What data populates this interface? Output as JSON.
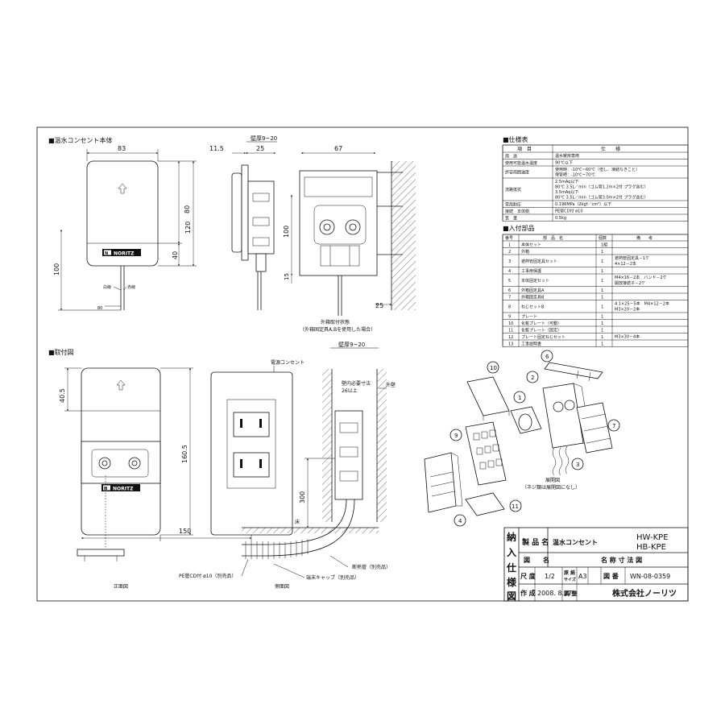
{
  "sections": {
    "main_body": "■温水コンセント本体",
    "install": "■取付図",
    "spec": "■仕様表",
    "parts": "■入付部品"
  },
  "main_body_dims": {
    "width_83": "83",
    "h_80": "80",
    "h_120": "120",
    "h_40": "40",
    "h_100": "100",
    "wire_white": "白線",
    "wire_red": "赤線",
    "d_80": "80",
    "side_11_5": "11.5",
    "side_25": "25",
    "wall_thickness": "壁厚9~20",
    "back_67": "67",
    "back_100": "100",
    "back_15": "15",
    "back_25": "25",
    "logo": "NORITZ",
    "caption_line1": "外箱取付状態",
    "caption_line2": "（外箱固定具A,Bを使用した場合）"
  },
  "install_dims": {
    "d_40_5": "40.5",
    "d_160_5": "160.5",
    "d_150": "150",
    "d_300": "300",
    "power_outlet": "電源コンセント",
    "wall_thickness": "壁厚9~20",
    "inner_depth_1": "壁内必要寸法",
    "inner_depth_2": "26以上",
    "outer_wall": "外壁",
    "floor": "床",
    "pe_pipe": "PE管CD付 ø10（別売品）",
    "insulation": "断熱管（別売品）",
    "end_cap": "端末キャップ（別売品）",
    "front_view": "正面図",
    "side_view": "側面図",
    "logo": "NORITZ"
  },
  "spec_table": {
    "headers": [
      "項　目",
      "仕　　様"
    ],
    "rows": [
      {
        "item": "用　途",
        "spec": [
          "温水暖房専用"
        ]
      },
      {
        "item": "使用可能温水温度",
        "spec": [
          "90℃以下"
        ]
      },
      {
        "item": "許容周囲温度",
        "spec": [
          "使用時：-10℃~60℃（但し、凍結なきこと）",
          "保管時：-10℃~70℃"
        ]
      },
      {
        "item": "流路抵抗",
        "spec": [
          "2.5mAq以下",
          "80℃ 3.5L／min（ゴム管1.2m×2付 プラグ含む）",
          "3.5mAq以下",
          "80℃ 3.5L／min（ゴム管3.0m×2付 プラグ含む）"
        ]
      },
      {
        "item": "常用耐圧",
        "spec": [
          "0.196MPa（2kgf／cm²）以下"
        ]
      },
      {
        "item": "接続　本体側",
        "spec": [
          "PE管CD付 ø10"
        ]
      },
      {
        "item": "質　量",
        "spec": [
          "0.5kg"
        ]
      }
    ]
  },
  "parts_table": {
    "headers": [
      "番号",
      "部　品　名",
      "個数",
      "備　　考"
    ],
    "rows": [
      {
        "no": "1",
        "name": "本体セット",
        "qty": "1組",
        "note": ""
      },
      {
        "no": "2",
        "name": "外箱",
        "qty": "1",
        "note": ""
      },
      {
        "no": "3",
        "name": "遮熱管固定具セット",
        "qty": "1",
        "note": "遮熱管固定具－1ケ\n4×12－2本"
      },
      {
        "no": "4",
        "name": "工事用保護",
        "qty": "1",
        "note": ""
      },
      {
        "no": "5",
        "name": "本体固定セット",
        "qty": "1",
        "note": "M4×16－2本　バンド－2ケ\n開放接続子－2ケ"
      },
      {
        "no": "6",
        "name": "外箱固定具A",
        "qty": "1",
        "note": ""
      },
      {
        "no": "7",
        "name": "外箱固定具B",
        "qty": "1",
        "note": ""
      },
      {
        "no": "8",
        "name": "ねじセットB",
        "qty": "1",
        "note": "4.1×25－5本　M4×12－2本\nM3×20－2本"
      },
      {
        "no": "9",
        "name": "プレート",
        "qty": "1",
        "note": ""
      },
      {
        "no": "10",
        "name": "化粧プレート（可動）",
        "qty": "1",
        "note": ""
      },
      {
        "no": "11",
        "name": "化粧プレート（固定）",
        "qty": "1",
        "note": ""
      },
      {
        "no": "12",
        "name": "プレート固定ねじセット",
        "qty": "1",
        "note": "M3×30－4本"
      },
      {
        "no": "13",
        "name": "工事説明書",
        "qty": "1",
        "note": ""
      }
    ]
  },
  "exploded": {
    "callouts": [
      "1",
      "2",
      "3",
      "4",
      "6",
      "7",
      "9",
      "10",
      "11"
    ],
    "caption_line1": "展開図",
    "caption_line2": "（ネジ類は展開図になし）"
  },
  "title_block": {
    "side_label": [
      "納",
      "入",
      "仕",
      "様",
      "図"
    ],
    "product_label": "製 品 名",
    "product_name": "温水コンセント",
    "model_1": "HW-KPE",
    "model_2": "HB-KPE",
    "drawing_label": "図　　名",
    "drawing_name": "名 称 寸 法 図",
    "scale_label": "尺 度",
    "scale_value": "1/2",
    "paper_label_1": "原 紙",
    "paper_label_2": "サイズ",
    "paper_value": "A3",
    "number_label": "図 番",
    "number_value": "WN-08-0359",
    "created_label": "作 成",
    "created_value": "2008. 8.27",
    "adjust_label": "調 整",
    "company": "株式会社ノーリツ"
  }
}
